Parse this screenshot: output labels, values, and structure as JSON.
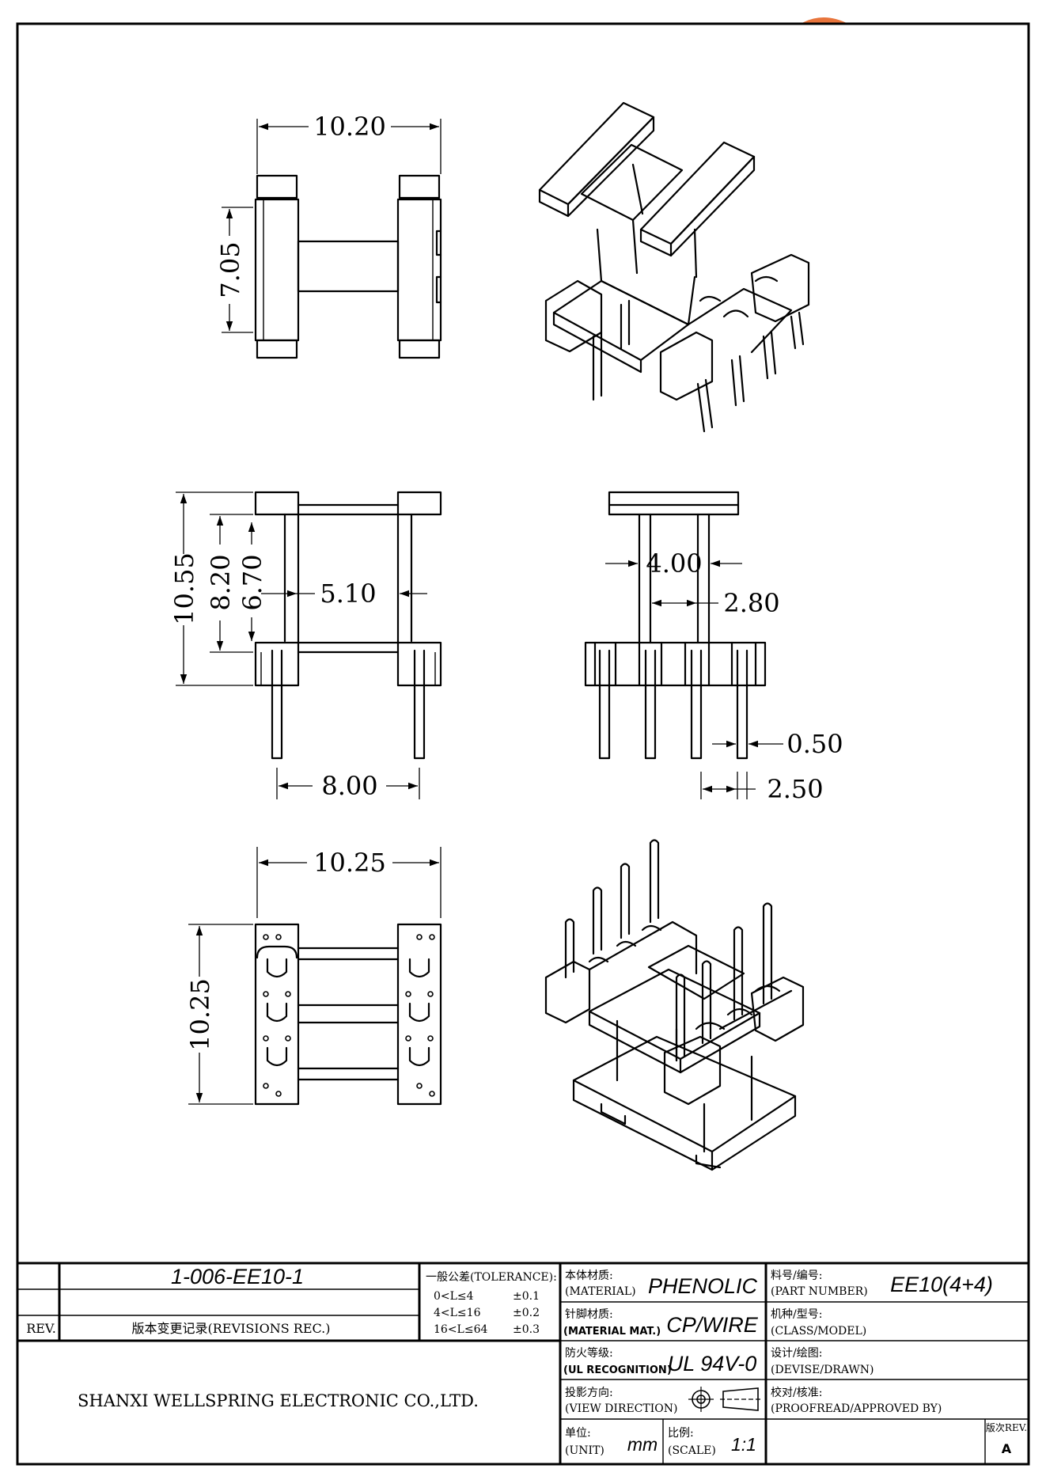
{
  "dimensions": {
    "top_width": "10.20",
    "top_depth": "7.05",
    "front_height_total": "10.55",
    "front_height_inner": "8.20",
    "front_height_core": "6.70",
    "front_core_width": "5.10",
    "front_pin_span": "8.00",
    "side_core_outer": "4.00",
    "side_core_inner": "2.80",
    "pin_diameter": "0.50",
    "pin_pitch": "2.50",
    "bottom_width": "10.25",
    "bottom_depth": "10.25"
  },
  "title_block": {
    "drawing_number": "1-006-EE10-1",
    "rev_label": "REV.",
    "revisions_label": "版本变更记录(REVISIONS REC.)",
    "tolerance_label": "一般公差(TOLERANCE):",
    "tolerances": [
      {
        "range": "0<L≤4",
        "value": "±0.1"
      },
      {
        "range": "4<L≤16",
        "value": "±0.2"
      },
      {
        "range": "16<L≤64",
        "value": "±0.3"
      }
    ],
    "material_cn": "本体材质:",
    "material_en": "(MATERIAL)",
    "material_value": "PHENOLIC",
    "pin_material_cn": "针脚材质:",
    "pin_material_en": "(MATERIAL MAT.)",
    "pin_material_value": "CP/WIRE",
    "ul_cn": "防火等级:",
    "ul_en": "(UL RECOGNITION)",
    "ul_value": "UL 94V-0",
    "view_cn": "投影方向:",
    "view_en": "(VIEW DIRECTION)",
    "unit_cn": "单位:",
    "unit_en": "(UNIT)",
    "unit_value": "mm",
    "scale_cn": "比例:",
    "scale_en": "(SCALE)",
    "scale_value": "1:1",
    "part_cn": "料号/编号:",
    "part_en": "(PART NUMBER)",
    "part_value": "EE10(4+4)",
    "class_cn": "机种/型号:",
    "class_en": "(CLASS/MODEL)",
    "drawn_cn": "设计/绘图:",
    "drawn_en": "(DEVISE/DRAWN)",
    "approved_cn": "校对/核准:",
    "approved_en": "(PROOFREAD/APPROVED BY)",
    "rev_cn": "版次REV.",
    "rev_value": "A",
    "company": "SHANXI WELLSPRING ELECTRONIC CO.,LTD."
  }
}
